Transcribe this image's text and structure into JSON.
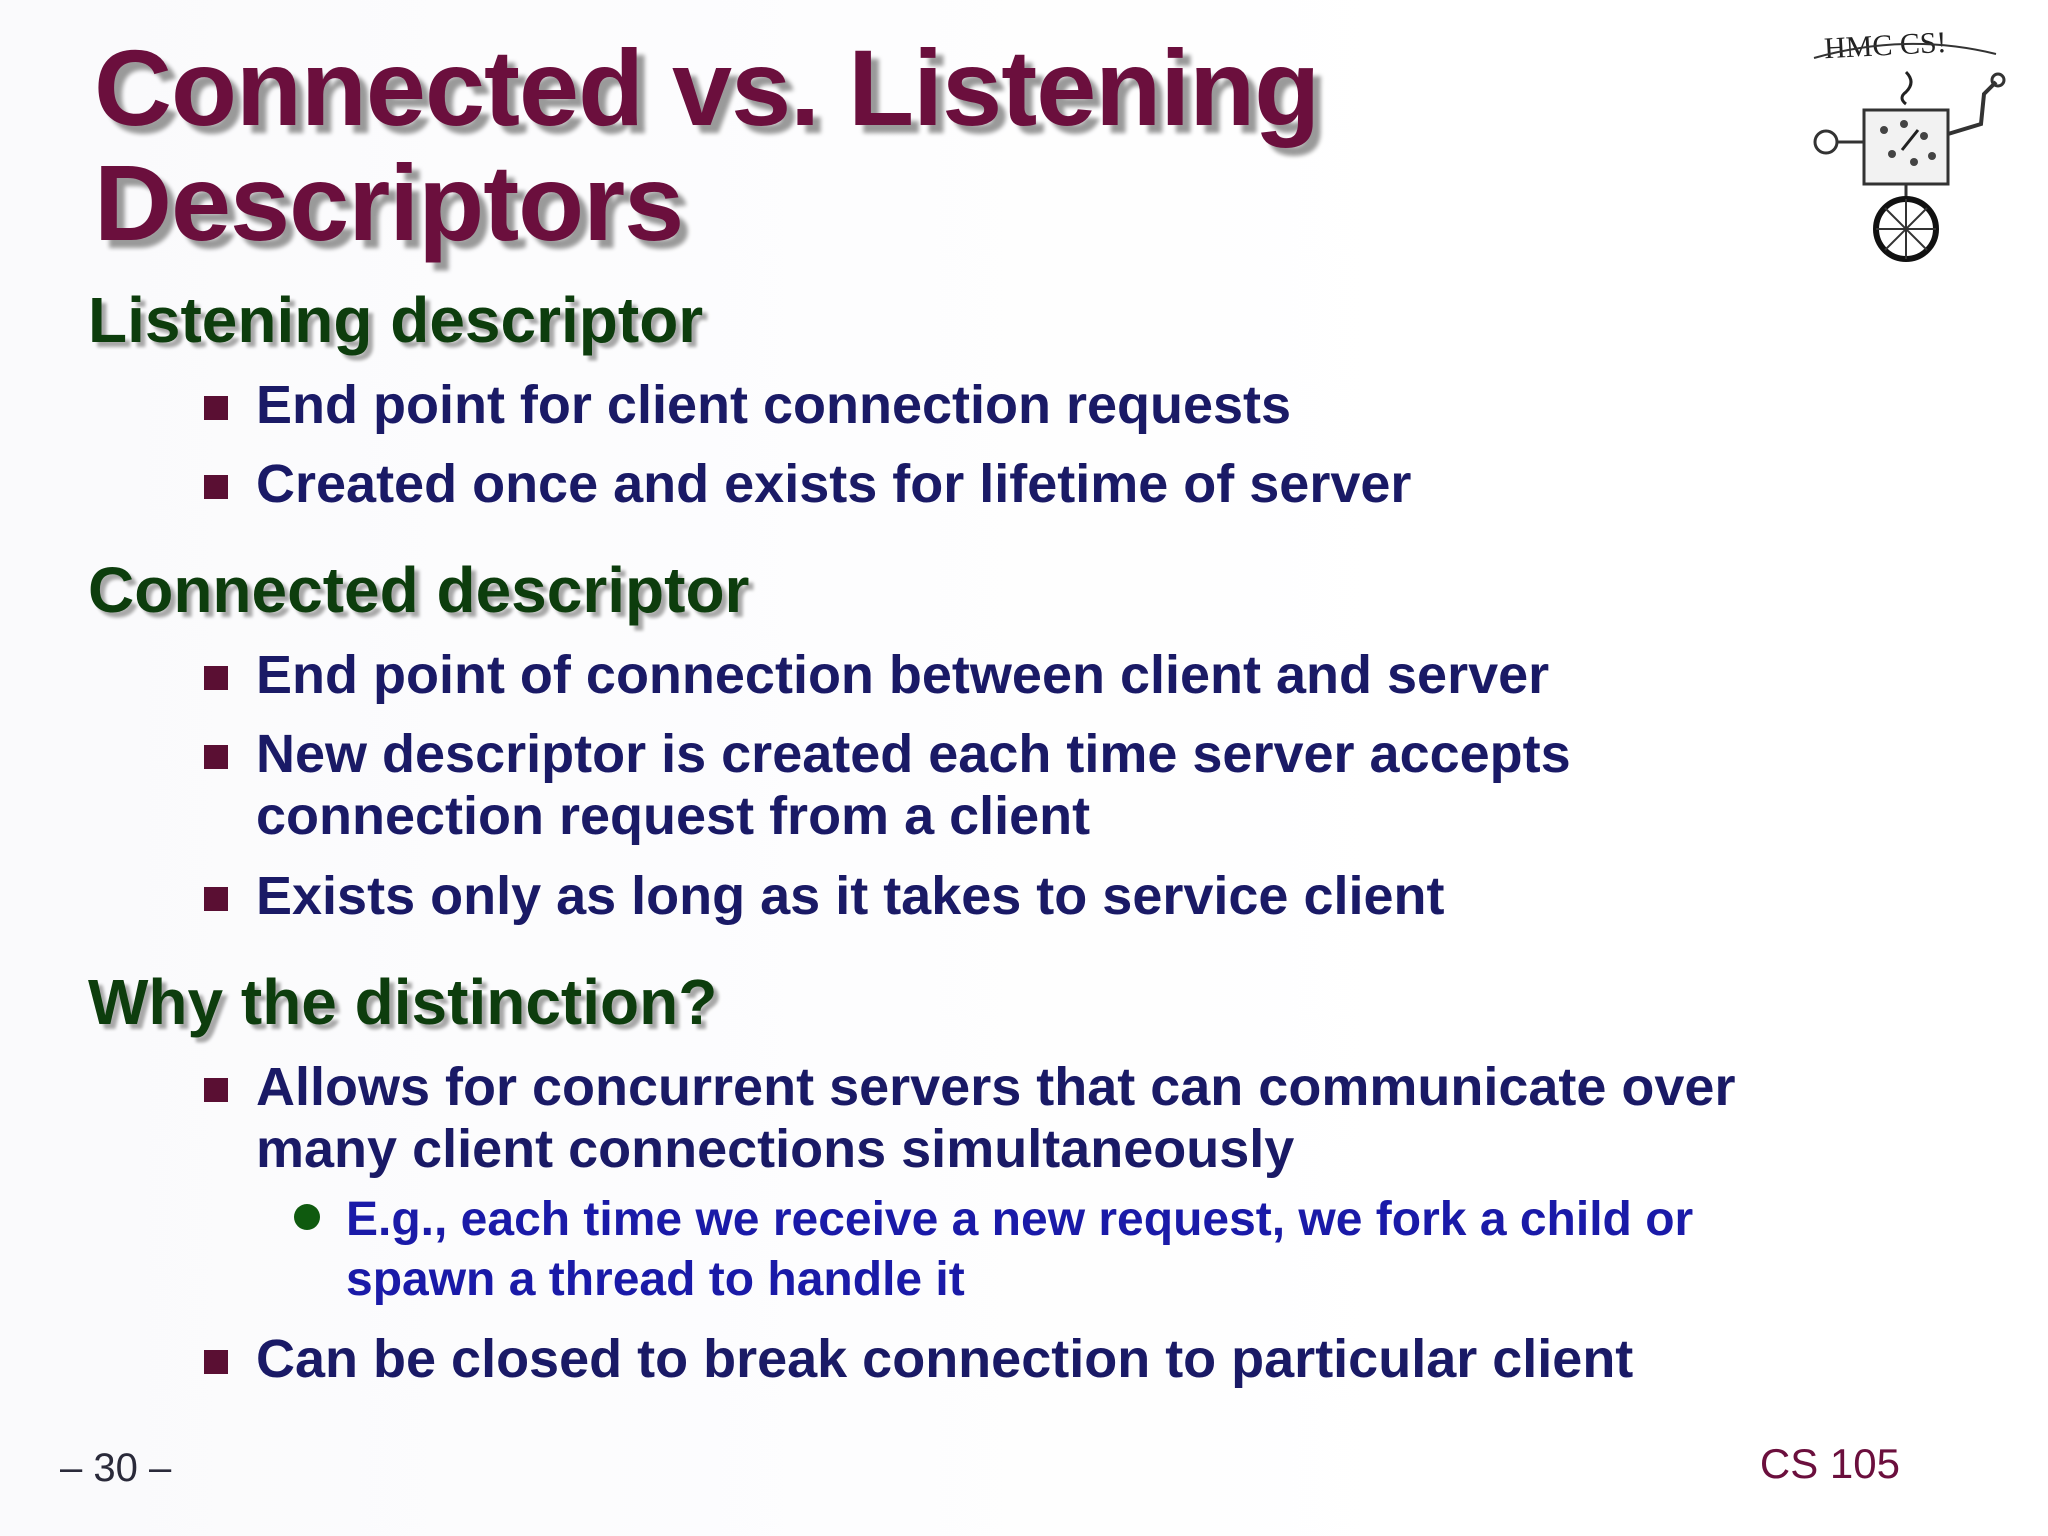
{
  "slide": {
    "title_line1": "Connected vs. Listening",
    "title_line2": "Descriptors",
    "logo": {
      "text": "HMC CS!",
      "icon": "hmc-cs-robot-logo"
    },
    "sections": [
      {
        "heading": "Listening descriptor",
        "bullets": [
          {
            "lines": [
              "End point for client connection requests"
            ]
          },
          {
            "lines": [
              "Created once and exists for lifetime of server"
            ]
          }
        ]
      },
      {
        "heading": "Connected descriptor",
        "bullets": [
          {
            "lines": [
              "End point of connection between client and server"
            ]
          },
          {
            "lines": [
              "New descriptor is created each time server accepts",
              "connection request from a client"
            ]
          },
          {
            "lines": [
              "Exists only as long as it takes to service client"
            ]
          }
        ]
      },
      {
        "heading": "Why the distinction?",
        "bullets": [
          {
            "lines": [
              "Allows for concurrent servers that can communicate over",
              "many client connections simultaneously"
            ],
            "sub": {
              "lines": [
                "E.g., each time we receive a new request, we fork a child or",
                "spawn a thread to handle it"
              ]
            }
          },
          {
            "lines": [
              "Can be closed to break connection to particular client"
            ]
          }
        ]
      }
    ],
    "page_number": "– 30 –",
    "course": "CS 105",
    "colors": {
      "title": "#6b0f3d",
      "heading": "#0d3d0d",
      "bullet_text": "#1a1a66",
      "sub_bullet_text": "#1a1aa8",
      "square_marker": "#5a0f33",
      "round_marker": "#0f5a0f"
    }
  }
}
